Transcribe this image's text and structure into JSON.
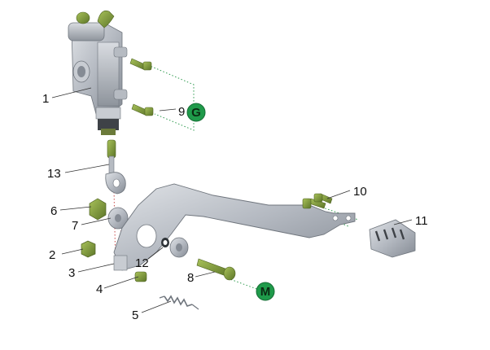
{
  "diagram": {
    "type": "exploded-parts-diagram",
    "colors": {
      "background": "#ffffff",
      "metal": "#b7bcc4",
      "metal_dark": "#7d838c",
      "green_part": "#7f9a3c",
      "badge_fill": "#1f9a4a",
      "leader_line": "#333333",
      "connector_dotted": "#2e9a4e"
    },
    "callouts": [
      "1",
      "2",
      "3",
      "4",
      "5",
      "6",
      "7",
      "8",
      "9",
      "10",
      "11",
      "12",
      "13"
    ],
    "badges": {
      "g": "G",
      "m": "M"
    }
  }
}
